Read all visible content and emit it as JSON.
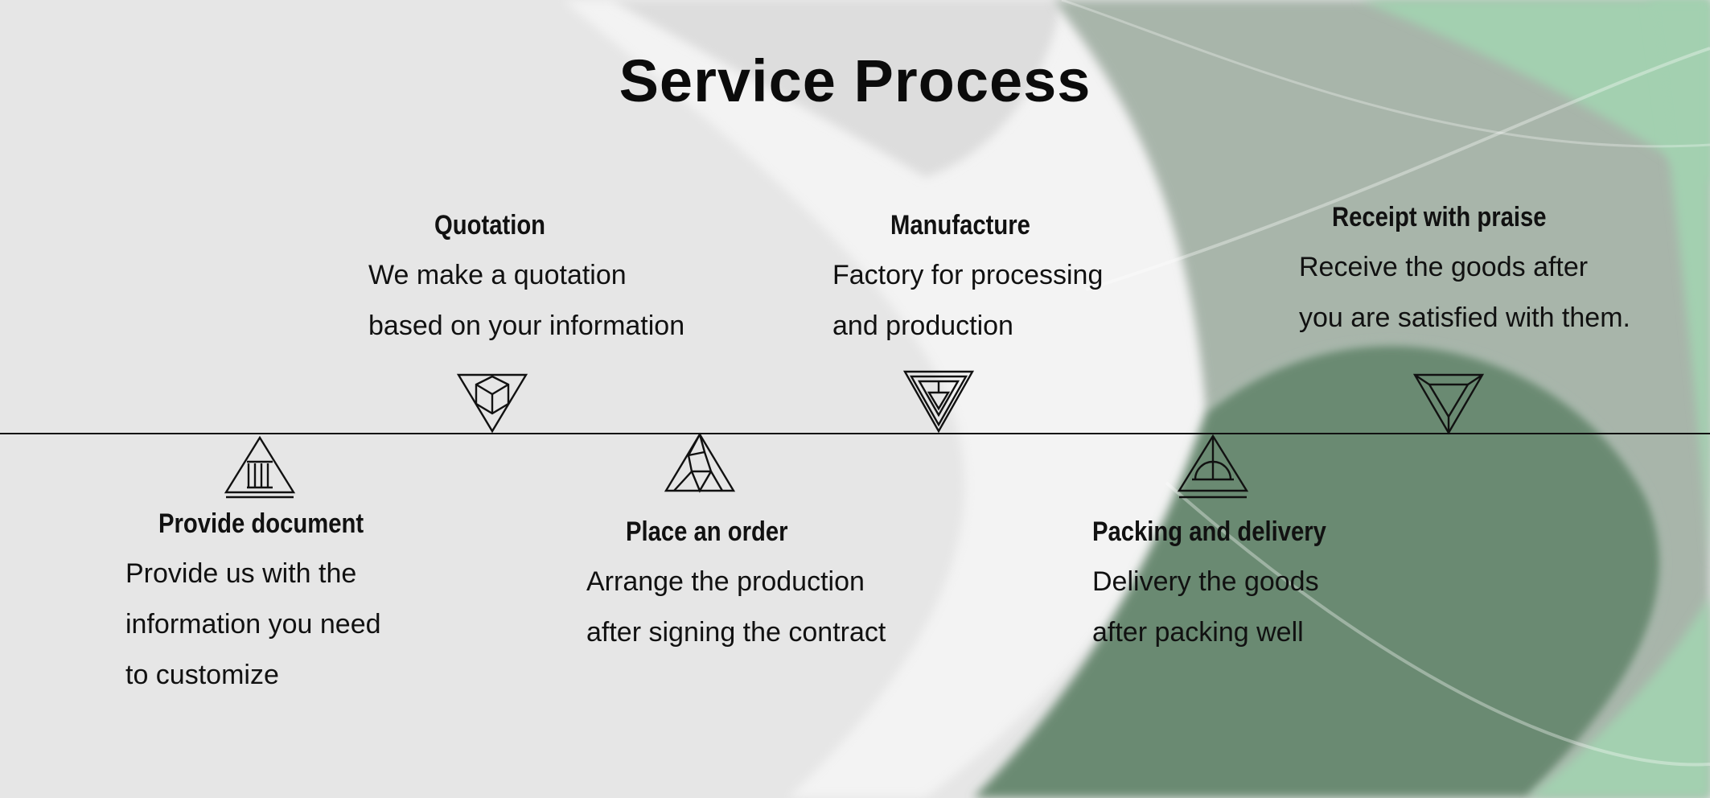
{
  "title": "Service Process",
  "steps": [
    {
      "title": "Provide document",
      "lines": [
        "Provide us with the",
        "information you need",
        "to customize"
      ]
    },
    {
      "title": "Quotation",
      "lines": [
        "We make a quotation",
        "based on your information"
      ]
    },
    {
      "title": "Place an order",
      "lines": [
        "Arrange the production",
        "after signing the contract"
      ]
    },
    {
      "title": "Manufacture",
      "lines": [
        "Factory for processing",
        "and production"
      ]
    },
    {
      "title": "Packing and delivery",
      "lines": [
        "Delivery the goods",
        "after packing well"
      ]
    },
    {
      "title": "Receipt with praise",
      "lines": [
        "Receive the goods after",
        "you are satisfied with them."
      ]
    }
  ],
  "icons": [
    "columns-triangle-icon",
    "cube-triangle-icon",
    "crystal-triangle-icon",
    "nested-triangle-icon",
    "arch-triangle-icon",
    "inner-triangle-icon"
  ],
  "colors": {
    "background": "#e6e6e6",
    "dark_green": "#6b8a72",
    "light_green": "#a3d0b0",
    "grey_green": "#a8b5aa",
    "line": "#111111"
  }
}
